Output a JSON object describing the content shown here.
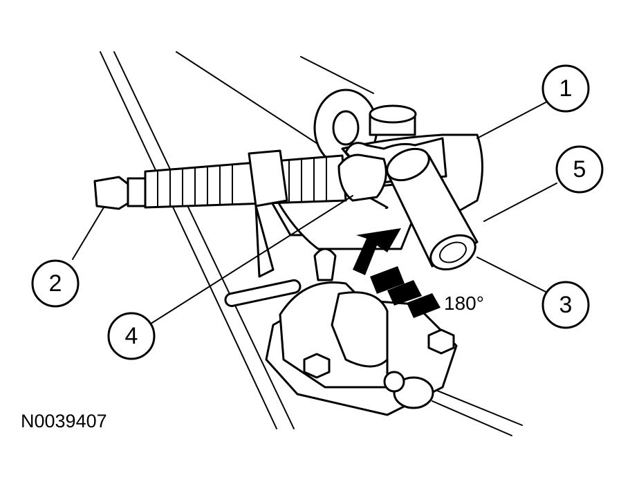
{
  "callouts": [
    {
      "id": "1",
      "label": "1"
    },
    {
      "id": "2",
      "label": "2"
    },
    {
      "id": "3",
      "label": "3"
    },
    {
      "id": "4",
      "label": "4"
    },
    {
      "id": "5",
      "label": "5"
    }
  ],
  "rotation_label": "180°",
  "figure_id": "N0039407"
}
